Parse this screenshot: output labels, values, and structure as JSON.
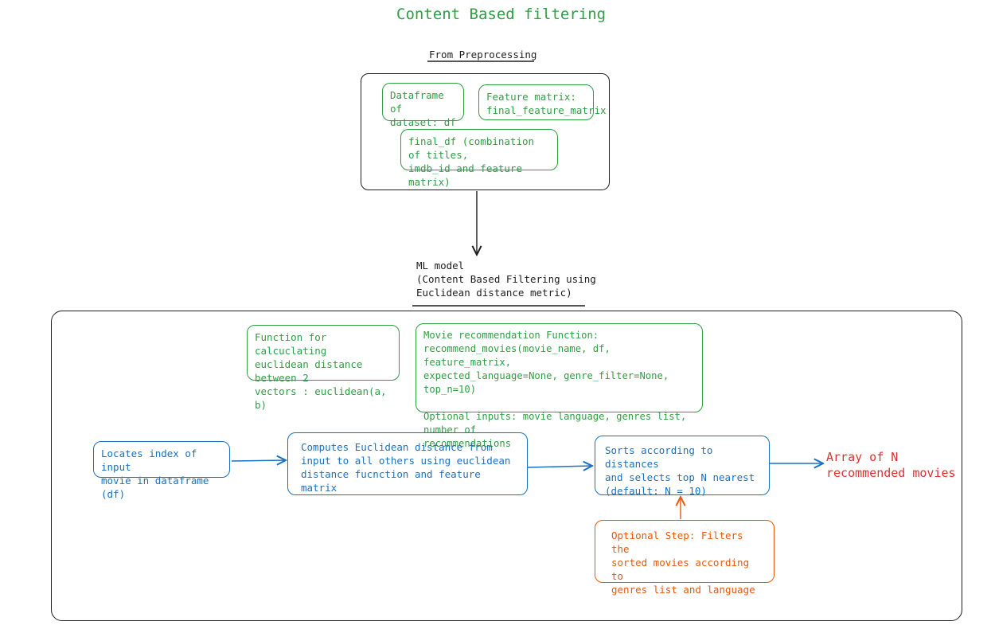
{
  "title": "Content Based filtering",
  "preprocessing": {
    "heading": "From Preprocessing",
    "dataframe": "Dataframe of\ndataset: df",
    "feature_matrix": "Feature matrix:\nfinal_feature_matrix",
    "final_df": "final_df (combination of titles,\nimdb_id and feature matrix)"
  },
  "ml_model": {
    "heading": "ML model\n(Content Based Filtering using\nEuclidean distance metric)",
    "euclidean_function": "Function for calcuclating\neuclidean distance between 2\nvectors : euclidean(a, b)",
    "recommend_function": "Movie recommendation Function:\nrecommend_movies(movie_name, df, feature_matrix,\nexpected_language=None, genre_filter=None, top_n=10)\n\nOptional inputs: movie language, genres list, number of\nrecommendations",
    "step_locate": "Locates index of input\nmovie in dataframe (df)",
    "step_compute": "Computes Euclidean distance from\ninput to all others using euclidean\ndistance fucnction and feature matrix",
    "step_sort": "Sorts according to distances\nand selects top N nearest\n(default: N = 10)",
    "step_filter": "Optional Step: Filters the\nsorted movies according to\ngenres list and language",
    "output": "Array of N\nrecommended movies"
  },
  "colors": {
    "green": "#2f9e44",
    "blue": "#1971c2",
    "orange": "#e8590c",
    "red": "#e03131",
    "black": "#1e1e1e"
  }
}
